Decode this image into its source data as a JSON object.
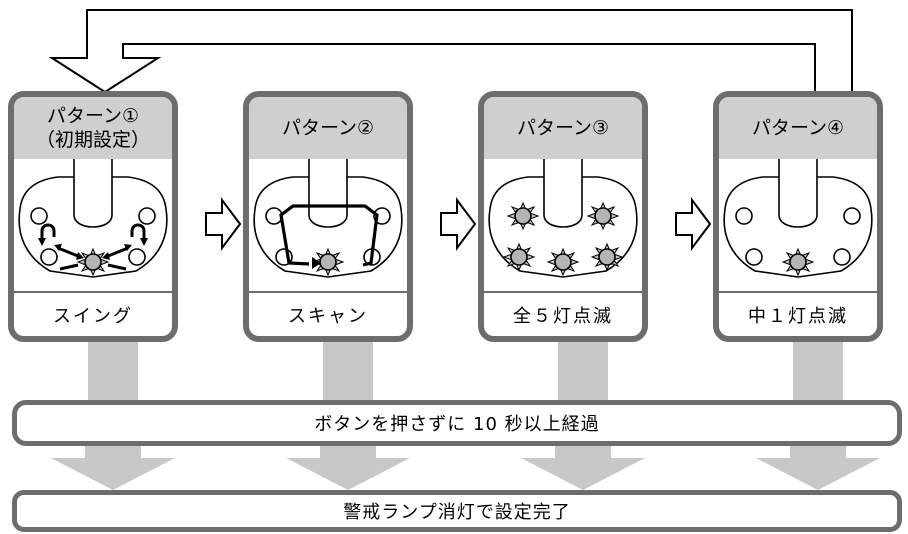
{
  "patterns": [
    {
      "title": "パターン①",
      "subtitle": "（初期設定）",
      "mode": "スイング"
    },
    {
      "title": "パターン②",
      "subtitle": "",
      "mode": "スキャン"
    },
    {
      "title": "パターン③",
      "subtitle": "",
      "mode": "全５灯点滅"
    },
    {
      "title": "パターン④",
      "subtitle": "",
      "mode": "中１灯点滅"
    }
  ],
  "timeout_label": "ボタンを押さずに 10 秒以上経過",
  "result_label": "警戒ランプ消灯で設定完了",
  "colors": {
    "border": "#6d6d6d",
    "header_fill": "#cfcfcf",
    "arrow_fill": "#c8c8c8",
    "lamp_fill": "#b4b4b4"
  }
}
